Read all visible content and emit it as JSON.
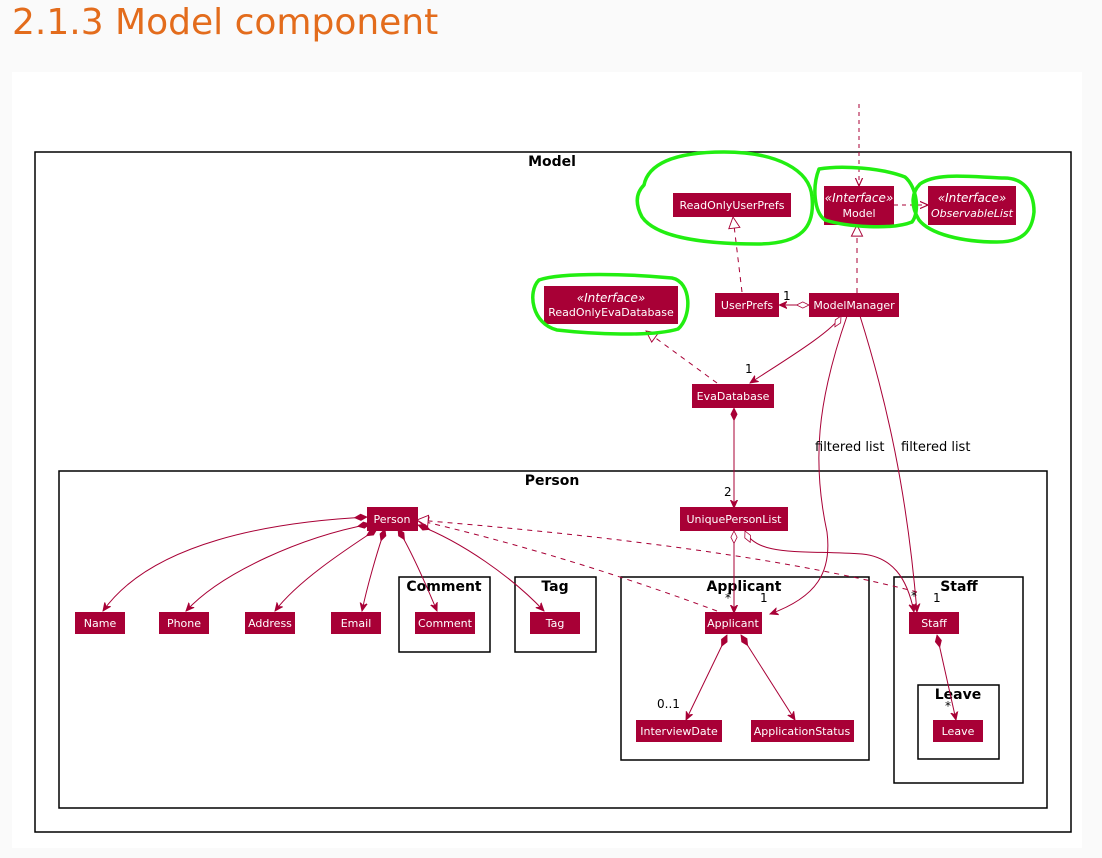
{
  "page": {
    "heading": "2.1.3 Model component"
  },
  "colors": {
    "heading": "#e36c1c",
    "node_fill": "#a80036",
    "edge": "#a80036",
    "highlight": "#22ee11"
  },
  "frames": {
    "model": "Model",
    "person": "Person",
    "comment": "Comment",
    "tag": "Tag",
    "applicant": "Applicant",
    "staff": "Staff",
    "leave": "Leave"
  },
  "stereotype": "«Interface»",
  "nodes": {
    "read_only_user_prefs": "ReadOnlyUserPrefs",
    "model": "Model",
    "observable_list": "ObservableList",
    "read_only_eva_database": "ReadOnlyEvaDatabase",
    "user_prefs": "UserPrefs",
    "model_manager": "ModelManager",
    "eva_database": "EvaDatabase",
    "person": "Person",
    "unique_person_list": "UniquePersonList",
    "name": "Name",
    "phone": "Phone",
    "address": "Address",
    "email": "Email",
    "comment": "Comment",
    "tag": "Tag",
    "applicant": "Applicant",
    "staff": "Staff",
    "interview_date": "InterviewDate",
    "application_status": "ApplicationStatus",
    "leave": "Leave"
  },
  "edge_labels": {
    "filtered_list_applicant": "filtered list",
    "filtered_list_staff": "filtered list"
  },
  "multiplicities": {
    "user_prefs": "1",
    "eva_database": "1",
    "unique_person_list": "2",
    "applicant_many": "*",
    "applicant_one": "1",
    "staff_many": "*",
    "staff_one": "1",
    "interview_date": "0..1",
    "leave": "*"
  }
}
